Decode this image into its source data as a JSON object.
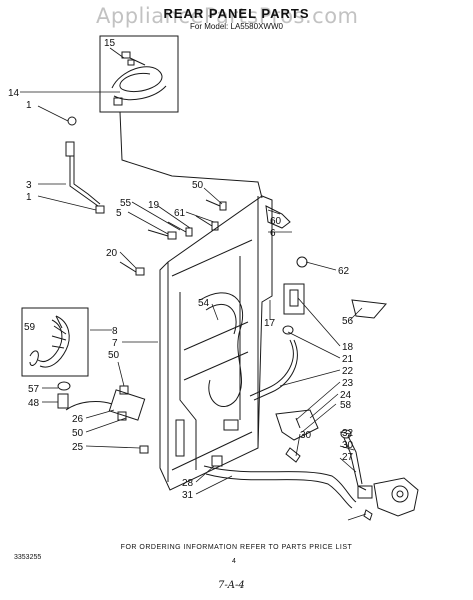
{
  "title": "REAR PANEL PARTS",
  "subtitle": "For Model: LA5580XWW0",
  "watermark": "AppliancePartsPros.com",
  "callouts": [
    "15",
    "14",
    "1",
    "3",
    "1",
    "55",
    "5",
    "19",
    "61",
    "50",
    "60",
    "6",
    "20",
    "62",
    "59",
    "8",
    "7",
    "50",
    "54",
    "17",
    "56",
    "18",
    "21",
    "22",
    "23",
    "24",
    "58",
    "57",
    "48",
    "26",
    "50",
    "25",
    "30",
    "32",
    "30",
    "27",
    "28",
    "31"
  ],
  "footer": {
    "note": "FOR ORDERING INFORMATION REFER TO PARTS PRICE LIST",
    "code": "3353255",
    "page": "4",
    "signature": "7-A-4"
  }
}
